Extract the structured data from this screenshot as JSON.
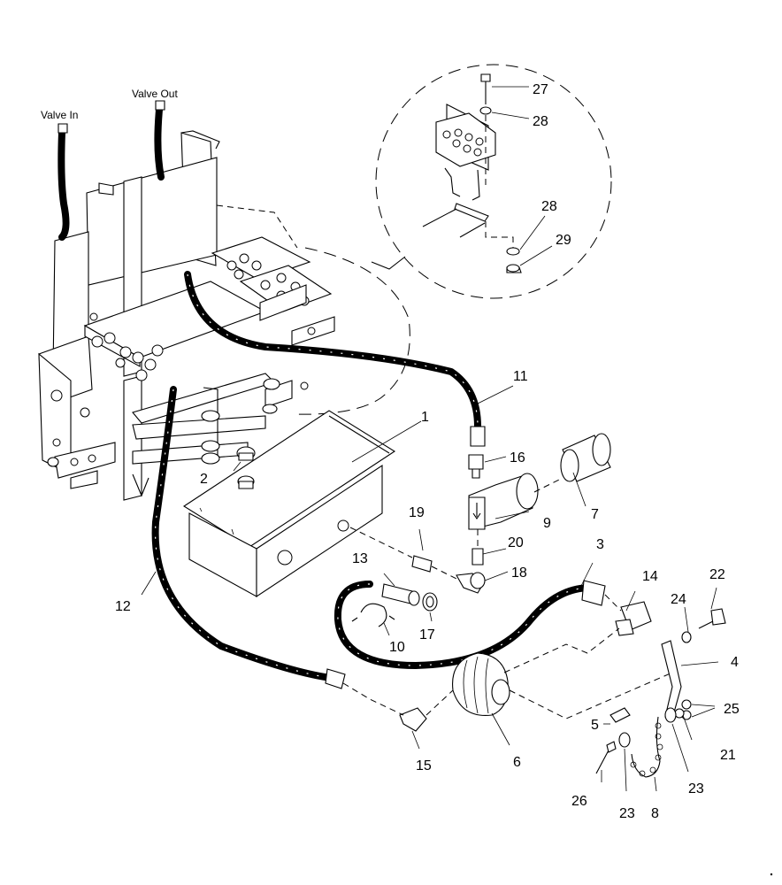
{
  "labels": {
    "valve_in": "Valve In",
    "valve_out": "Valve Out",
    "c1": "1",
    "c2": "2",
    "c3": "3",
    "c4": "4",
    "c5": "5",
    "c6": "6",
    "c7": "7",
    "c8": "8",
    "c9": "9",
    "c10": "10",
    "c11": "11",
    "c12": "12",
    "c13": "13",
    "c14": "14",
    "c15": "15",
    "c16": "16",
    "c17": "17",
    "c18": "18",
    "c19": "19",
    "c20": "20",
    "c21": "21",
    "c22": "22",
    "c23a": "23",
    "c23b": "23",
    "c24": "24",
    "c25": "25",
    "c26": "26",
    "c27": "27",
    "c28a": "28",
    "c28b": "28",
    "c29": "29"
  }
}
